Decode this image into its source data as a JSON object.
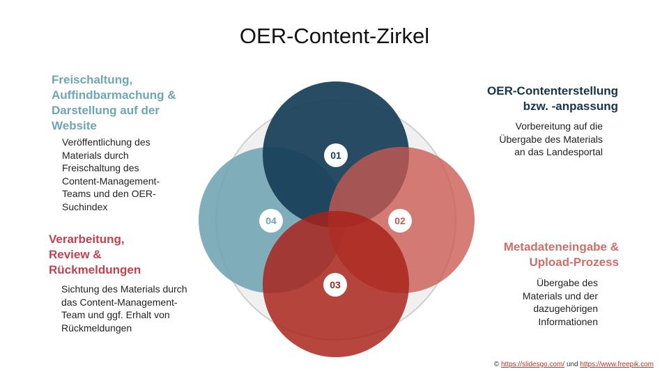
{
  "title": "OER-Content-Zirkel",
  "colors": {
    "circle_01": "#163d57",
    "circle_02": "#c9584f",
    "circle_03": "#a9221a",
    "circle_04": "#6ea3b2",
    "ring": "#cfcfcf"
  },
  "circles": [
    {
      "number": "01",
      "color": "#163d57"
    },
    {
      "number": "02",
      "color": "#c9584f"
    },
    {
      "number": "03",
      "color": "#a9221a"
    },
    {
      "number": "04",
      "color": "#6ea3b2"
    }
  ],
  "sections": {
    "s01": {
      "heading_lines": [
        "OER-Contenterstellung",
        "bzw. -anpassung"
      ],
      "desc_lines": [
        "Vorbereitung auf die",
        "Übergabe des Materials",
        "an das Landesportal"
      ]
    },
    "s02": {
      "heading_lines": [
        "Metadateneingabe &",
        "Upload-Prozess"
      ],
      "desc_lines": [
        "Übergabe des",
        "Materials und der",
        "dazugehörigen",
        "Informationen"
      ]
    },
    "s03": {
      "heading_lines": [
        "Verarbeitung,",
        "Review &",
        "Rückmeldungen"
      ],
      "desc_lines": [
        "Sichtung des Materials durch",
        "das Content-Management-",
        "Team und ggf. Erhalt von",
        "Rückmeldungen"
      ]
    },
    "s04": {
      "heading_lines": [
        "Freischaltung,",
        "Auffindbarmachung &",
        "Darstellung auf der",
        "Website"
      ],
      "desc_lines": [
        "Veröffentlichung des",
        "Materials durch",
        "Freischaltung des",
        "Content-Management-",
        "Teams und den OER-",
        "Suchindex"
      ]
    }
  },
  "credit": {
    "prefix": "©",
    "link1": "https://slidesgo.com/",
    "joiner": "und",
    "link2": "https://www.freepik.com"
  }
}
